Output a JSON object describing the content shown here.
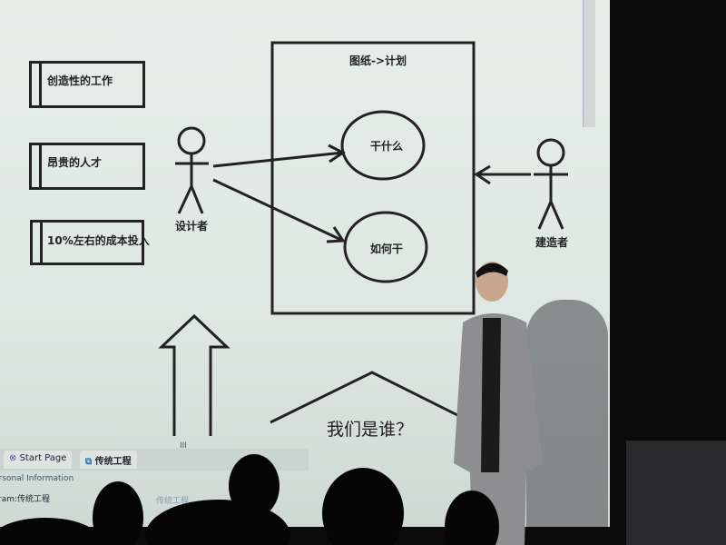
{
  "diagram": {
    "boxes": [
      "创造性的工作",
      "昂贵的人才",
      "10%左右的成本投入"
    ],
    "system_title": "图纸->计划",
    "use_cases": [
      "干什么",
      "如何干"
    ],
    "actors": [
      "设计者",
      "建造者"
    ],
    "bottom_title": "我们是谁？"
  },
  "app": {
    "tabs": [
      "Start Page",
      "传统工程"
    ],
    "panel": "Personal Information",
    "program": "Program:传统工程",
    "faded": "传统工程",
    "scroll_grip": "III"
  }
}
